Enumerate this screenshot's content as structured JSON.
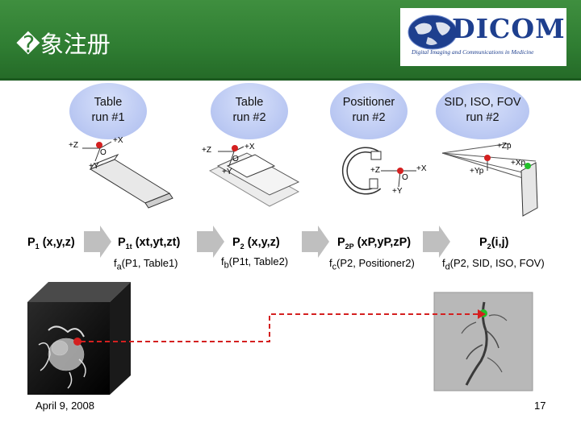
{
  "header": {
    "title": "�象注册",
    "logo_word": "DICOM",
    "logo_tagline": "Digital Imaging and Communications in Medicine"
  },
  "ovals": [
    {
      "line1": "Table",
      "line2": "run #1"
    },
    {
      "line1": "Table",
      "line2": "run #2"
    },
    {
      "line1": "Positioner",
      "line2": "run #2"
    },
    {
      "line1": "SID, ISO, FOV",
      "line2": "run #2"
    }
  ],
  "axes": {
    "table1": {
      "z": "+Z",
      "x": "+X",
      "y": "+Y",
      "o": "O"
    },
    "table2": {
      "z": "+Z",
      "x": "+X",
      "y": "+Y",
      "o": "O"
    },
    "positioner": {
      "z": "+Z",
      "x": "+X",
      "y": "+Y",
      "o": "O"
    },
    "sid": {
      "zp": "+Zp",
      "xp": "+Xp",
      "yp": "+Yp"
    }
  },
  "stages": [
    {
      "main": "P",
      "sub": "1",
      "rest": " (x,y,z)"
    },
    {
      "main": "P",
      "sub": "1t",
      "rest": " (xt,yt,zt)"
    },
    {
      "main": "P",
      "sub": "2",
      "rest": " (x,y,z)"
    },
    {
      "main": "P",
      "sub": "2P",
      "rest": " (xP,yP,zP)"
    },
    {
      "main": "P",
      "sub": "2",
      "rest": "(i,j)"
    }
  ],
  "functions": [
    {
      "pre": "f",
      "sub": "a",
      "args": "(P1, Table1)"
    },
    {
      "pre": "f",
      "sub": "b",
      "args": "(P1t, Table2)"
    },
    {
      "pre": "f",
      "sub": "c",
      "args": "(P2, Positioner2)"
    },
    {
      "pre": "f",
      "sub": "d",
      "args": "(P2, SID, ISO, FOV)"
    }
  ],
  "footer": {
    "date": "April 9, 2008",
    "page": "17"
  },
  "colors": {
    "header_green": "#2f7d32",
    "oval_blue": "#b9c7f2",
    "arrow_grey": "#bfbfbf",
    "path_red": "#d42020",
    "marker_green": "#22c02a"
  }
}
